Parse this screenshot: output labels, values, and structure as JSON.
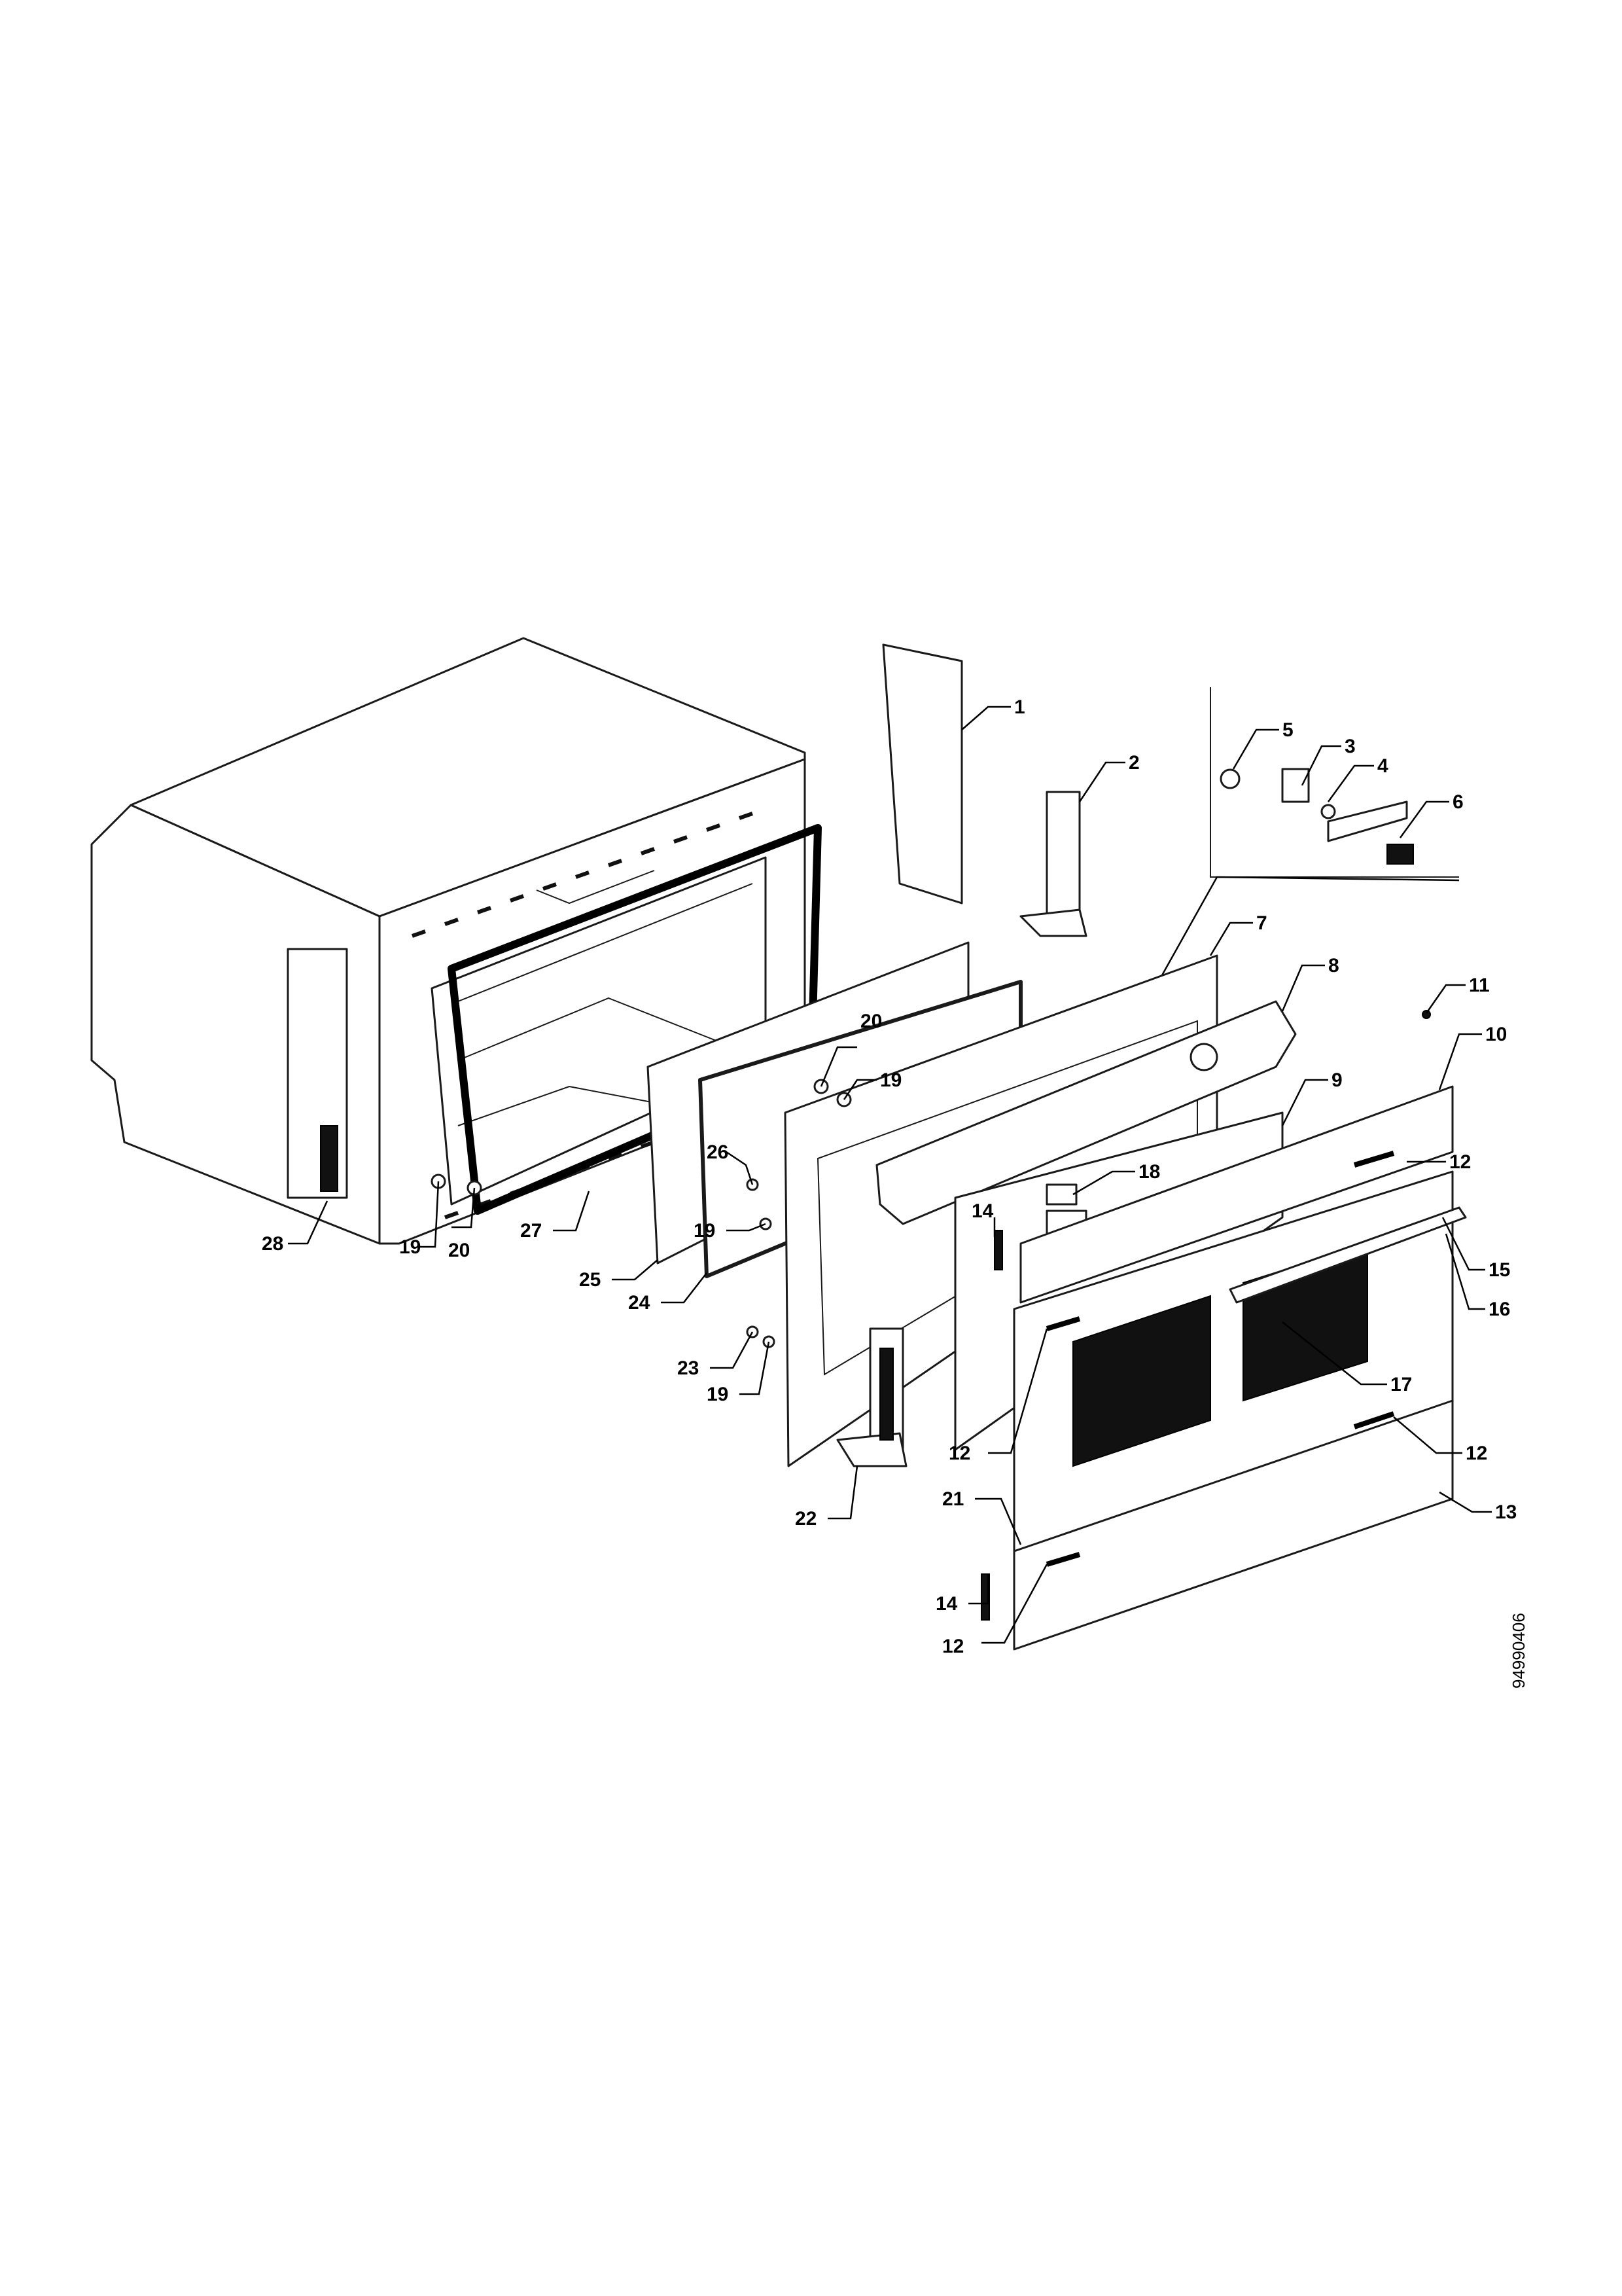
{
  "diagram": {
    "document_number": "94990406",
    "callouts": [
      {
        "id": "c1",
        "label": "1"
      },
      {
        "id": "c2",
        "label": "2"
      },
      {
        "id": "c3",
        "label": "3"
      },
      {
        "id": "c4",
        "label": "4"
      },
      {
        "id": "c5",
        "label": "5"
      },
      {
        "id": "c6",
        "label": "6"
      },
      {
        "id": "c7",
        "label": "7"
      },
      {
        "id": "c8",
        "label": "8"
      },
      {
        "id": "c9",
        "label": "9"
      },
      {
        "id": "c10",
        "label": "10"
      },
      {
        "id": "c11",
        "label": "11"
      },
      {
        "id": "c12a",
        "label": "12"
      },
      {
        "id": "c12b",
        "label": "12"
      },
      {
        "id": "c12c",
        "label": "12"
      },
      {
        "id": "c12d",
        "label": "12"
      },
      {
        "id": "c13",
        "label": "13"
      },
      {
        "id": "c14a",
        "label": "14"
      },
      {
        "id": "c14b",
        "label": "14"
      },
      {
        "id": "c15",
        "label": "15"
      },
      {
        "id": "c16",
        "label": "16"
      },
      {
        "id": "c17",
        "label": "17"
      },
      {
        "id": "c18",
        "label": "18"
      },
      {
        "id": "c19a",
        "label": "19"
      },
      {
        "id": "c19b",
        "label": "19"
      },
      {
        "id": "c19c",
        "label": "19"
      },
      {
        "id": "c19d",
        "label": "19"
      },
      {
        "id": "c20a",
        "label": "20"
      },
      {
        "id": "c20b",
        "label": "20"
      },
      {
        "id": "c21",
        "label": "21"
      },
      {
        "id": "c22",
        "label": "22"
      },
      {
        "id": "c23",
        "label": "23"
      },
      {
        "id": "c24",
        "label": "24"
      },
      {
        "id": "c25",
        "label": "25"
      },
      {
        "id": "c26",
        "label": "26"
      },
      {
        "id": "c27",
        "label": "27"
      },
      {
        "id": "c28",
        "label": "28"
      }
    ]
  }
}
